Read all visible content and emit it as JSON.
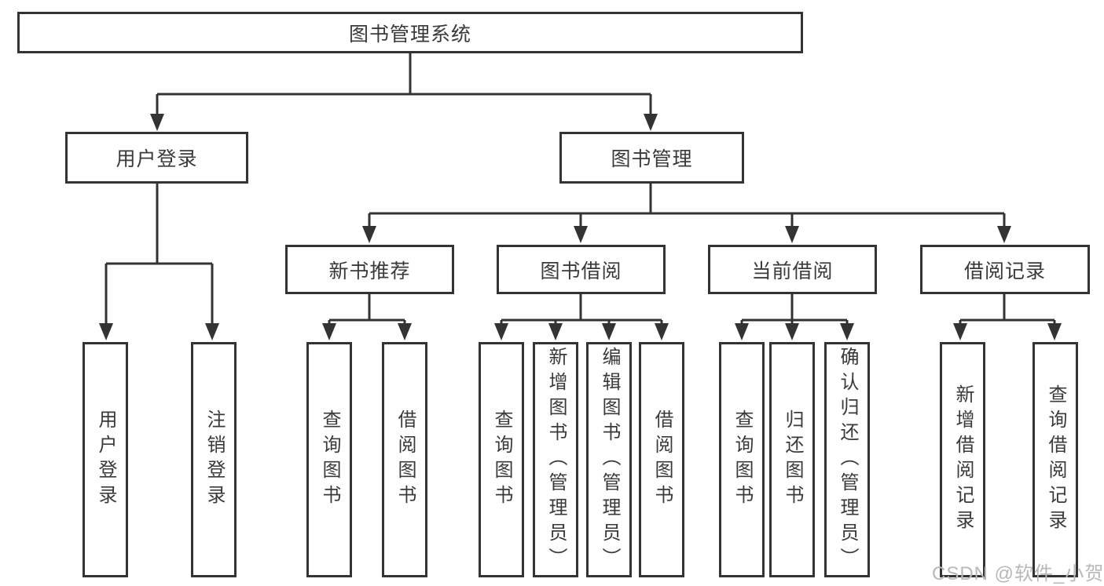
{
  "diagram": {
    "title": "图书管理系统",
    "level2": {
      "user_login": "用户登录",
      "book_management": "图书管理"
    },
    "user_login_children": [
      "用户登录",
      "注销登录"
    ],
    "book_management_sections": [
      {
        "label": "新书推荐",
        "children": [
          "查询图书",
          "借阅图书"
        ]
      },
      {
        "label": "图书借阅",
        "children": [
          "查询图书",
          "新增图书（管理员）",
          "编辑图书（管理员）",
          "借阅图书"
        ]
      },
      {
        "label": "当前借阅",
        "children": [
          "查询图书",
          "归还图书",
          "确认归还（管理员）"
        ]
      },
      {
        "label": "借阅记录",
        "children": [
          "新增借阅记录",
          "查询借阅记录"
        ]
      }
    ],
    "watermark": "CSDN @软件_小贺同学",
    "colors": {
      "line": "#333333",
      "text": "#3a3a3a",
      "watermark": "#b8b8b8",
      "background": "#ffffff"
    }
  }
}
